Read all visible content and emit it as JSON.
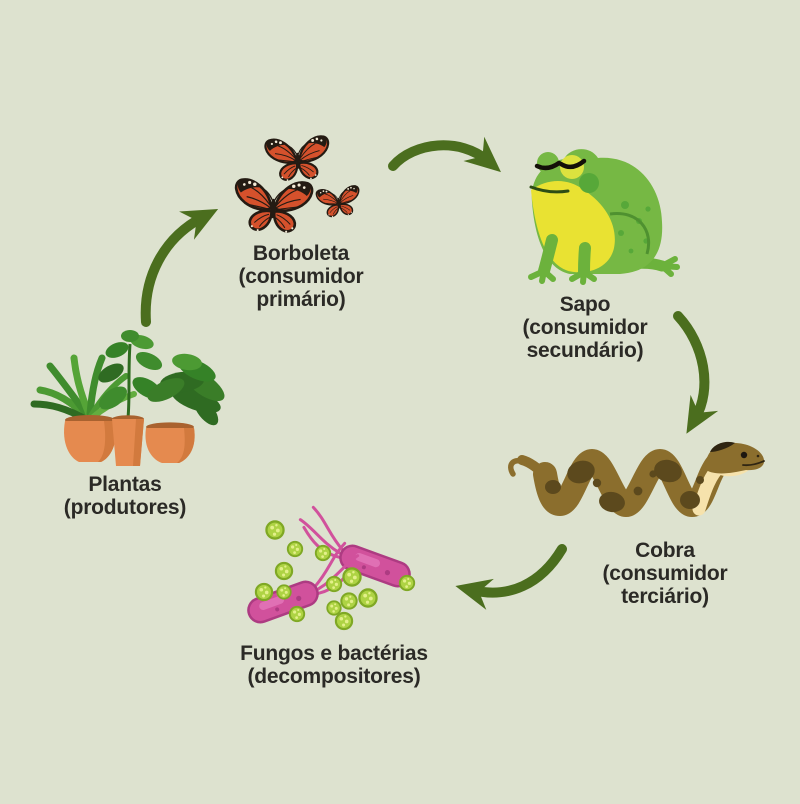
{
  "background_color": "#dde2cf",
  "text_color": "#2b2a26",
  "arrow_color": "#4b6e1e",
  "palette": {
    "butterfly_orange": "#d5512c",
    "butterfly_outline": "#241b13",
    "butterfly_dots": "#f3ead6",
    "frog_green": "#76b844",
    "frog_limb_green": "#6cb23c",
    "frog_belly_yellow": "#e9e232",
    "frog_eye_yellow": "#dce23f",
    "snake_olive": "#8b6e2d",
    "snake_patch_brown": "#5c491d",
    "snake_belly_cream": "#f6e2ac",
    "bacteria_pink": "#d1519c",
    "bacteria_outline": "#ad3b82",
    "spore_green": "#aed344",
    "spore_outline": "#7fa824",
    "pot_orange": "#e58a4f",
    "leaf_green": "#3f8c2d"
  },
  "nodes": {
    "plantas": {
      "name": "Plantas",
      "role": [
        "(produtores)"
      ],
      "icon": "potted-plants-icon"
    },
    "borboleta": {
      "name": "Borboleta",
      "role": [
        "(consumidor",
        "primário)"
      ],
      "icon": "butterflies-icon"
    },
    "sapo": {
      "name": "Sapo",
      "role": [
        "(consumidor",
        "secundário)"
      ],
      "icon": "frog-icon"
    },
    "cobra": {
      "name": "Cobra",
      "role": [
        "(consumidor",
        "terciário)"
      ],
      "icon": "snake-icon"
    },
    "fungos": {
      "name": "Fungos e bactérias",
      "role": [
        "(decompositores)"
      ],
      "icon": "bacteria-icon"
    }
  },
  "arrows": [
    {
      "from": "plantas",
      "to": "borboleta"
    },
    {
      "from": "borboleta",
      "to": "sapo"
    },
    {
      "from": "sapo",
      "to": "cobra"
    },
    {
      "from": "cobra",
      "to": "fungos"
    }
  ]
}
